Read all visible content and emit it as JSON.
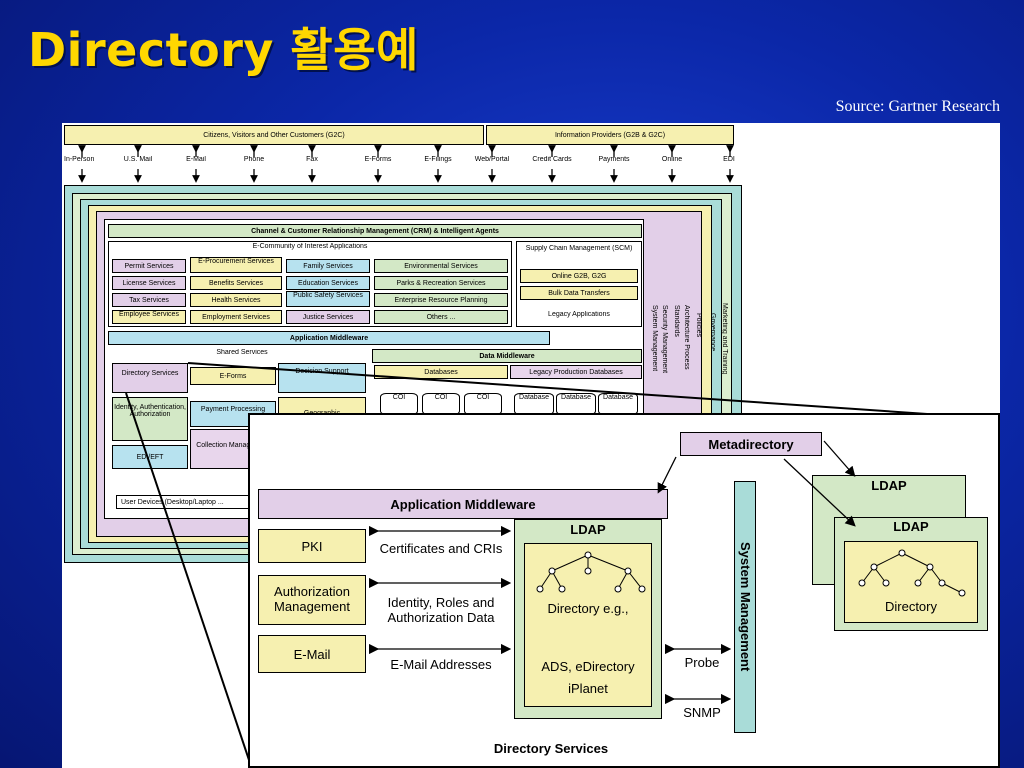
{
  "title": "Directory 활용예",
  "source": "Source: Gartner Research",
  "background": {
    "customers_bar": "Citizens, Visitors and Other Customers (G2C)",
    "providers_bar": "Information Providers (G2B & G2C)",
    "channels": [
      "In-Person",
      "U.S. Mail",
      "E-Mail",
      "Phone",
      "Fax",
      "E-Forms",
      "E-Filings",
      "Web/Portal",
      "Credit Cards",
      "Payments",
      "Online",
      "EDI"
    ],
    "crm": "Channel & Customer Relationship Management (CRM) & Intelligent Agents",
    "ecommunity": "E-Community of Interest Applications",
    "apps": [
      [
        "Permit Services",
        "E-Procurement Services",
        "Family Services",
        "Environmental Services"
      ],
      [
        "License Services",
        "Benefits Services",
        "Education Services",
        "Parks & Recreation Services"
      ],
      [
        "Tax Services",
        "Health Services",
        "Public Safety Services",
        "Enterprise Resource Planning"
      ],
      [
        "Employee Services",
        "Employment Services",
        "Justice Services",
        "Others ..."
      ]
    ],
    "scm": "Supply Chain Management (SCM)",
    "scm_items": [
      "Online G2B, G2G",
      "Bulk Data Transfers"
    ],
    "legacy_apps": "Legacy Applications",
    "app_middleware": "Application Middleware",
    "shared_services": "Shared Services",
    "directory_services": "Directory Services",
    "eforms": "E-Forms",
    "decision_support": "Decision Support",
    "identity": "Identity, Authentication, Authorization",
    "payment": "Payment Processing",
    "geographic": "Geographic",
    "collection": "Collection Management",
    "edi_eft": "EDI/EFT",
    "data_middleware": "Data Middleware",
    "databases": "Databases",
    "legacy_db": "Legacy Production Databases",
    "coi": [
      "COI",
      "COI",
      "COI"
    ],
    "database": [
      "Database",
      "Database",
      "Database"
    ],
    "user_devices": "User Devices (Desktop/Laptop ...",
    "vertical": [
      "System Management",
      "Security Management",
      "Standards",
      "Architecture Process",
      "Policies",
      "Governance",
      "Marketing and Training"
    ]
  },
  "inset": {
    "metadirectory": "Metadirectory",
    "ldap_label": "LDAP",
    "remote_ldap_1": "LDAP",
    "remote_ldap_2": "LDAP",
    "remote_dir_label": "Directory",
    "app_middleware": "Application Middleware",
    "system_management": "System Management",
    "pki": "PKI",
    "authz": "Authorization Management",
    "email": "E-Mail",
    "certs": "Certificates and CRIs",
    "identity_roles": "Identity, Roles and Authorization Data",
    "email_addresses": "E-Mail Addresses",
    "directory_eg": "Directory e.g.,",
    "ads": "ADS, eDirectory",
    "iplanet": "iPlanet",
    "probe": "Probe",
    "snmp": "SNMP",
    "footer": "Directory Services"
  }
}
